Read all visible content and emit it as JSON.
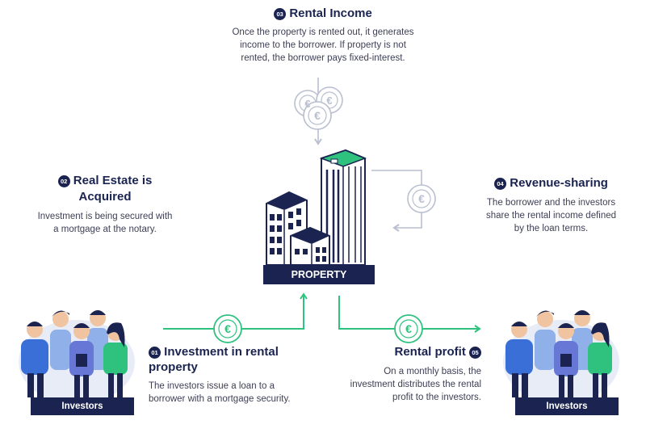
{
  "steps": {
    "s03": {
      "number": "03",
      "title": "Rental Income",
      "desc": [
        "Once the property is rented out, it generates",
        "income to the borrower. If property is not",
        "rented, the borrower pays fixed-interest."
      ]
    },
    "s02": {
      "number": "02",
      "title_line1": "Real Estate is",
      "title_line2": "Acquired",
      "desc": [
        "Investment is being secured with",
        "a mortgage at the notary."
      ]
    },
    "s04": {
      "number": "04",
      "title": "Revenue-sharing",
      "desc": [
        "The borrower and the investors",
        "share the rental income defined",
        "by the loan terms."
      ]
    },
    "s01": {
      "number": "01",
      "title_line1": "Investment in rental",
      "title_line2": "property",
      "desc": [
        "The investors issue a loan to a",
        "borrower with a mortgage security."
      ]
    },
    "s05": {
      "number": "05",
      "title": "Rental profit",
      "desc": [
        "On a monthly basis, the",
        "investment distributes the rental",
        "profit to the investors."
      ]
    }
  },
  "property_label": "PROPERTY",
  "investors_left_label": "Investors",
  "investors_right_label": "Investors",
  "currency_symbol": "€",
  "colors": {
    "navy": "#1b2451",
    "green": "#2ec27e",
    "gray_arrow": "#b8bfd0",
    "text": "#3d3f55"
  }
}
